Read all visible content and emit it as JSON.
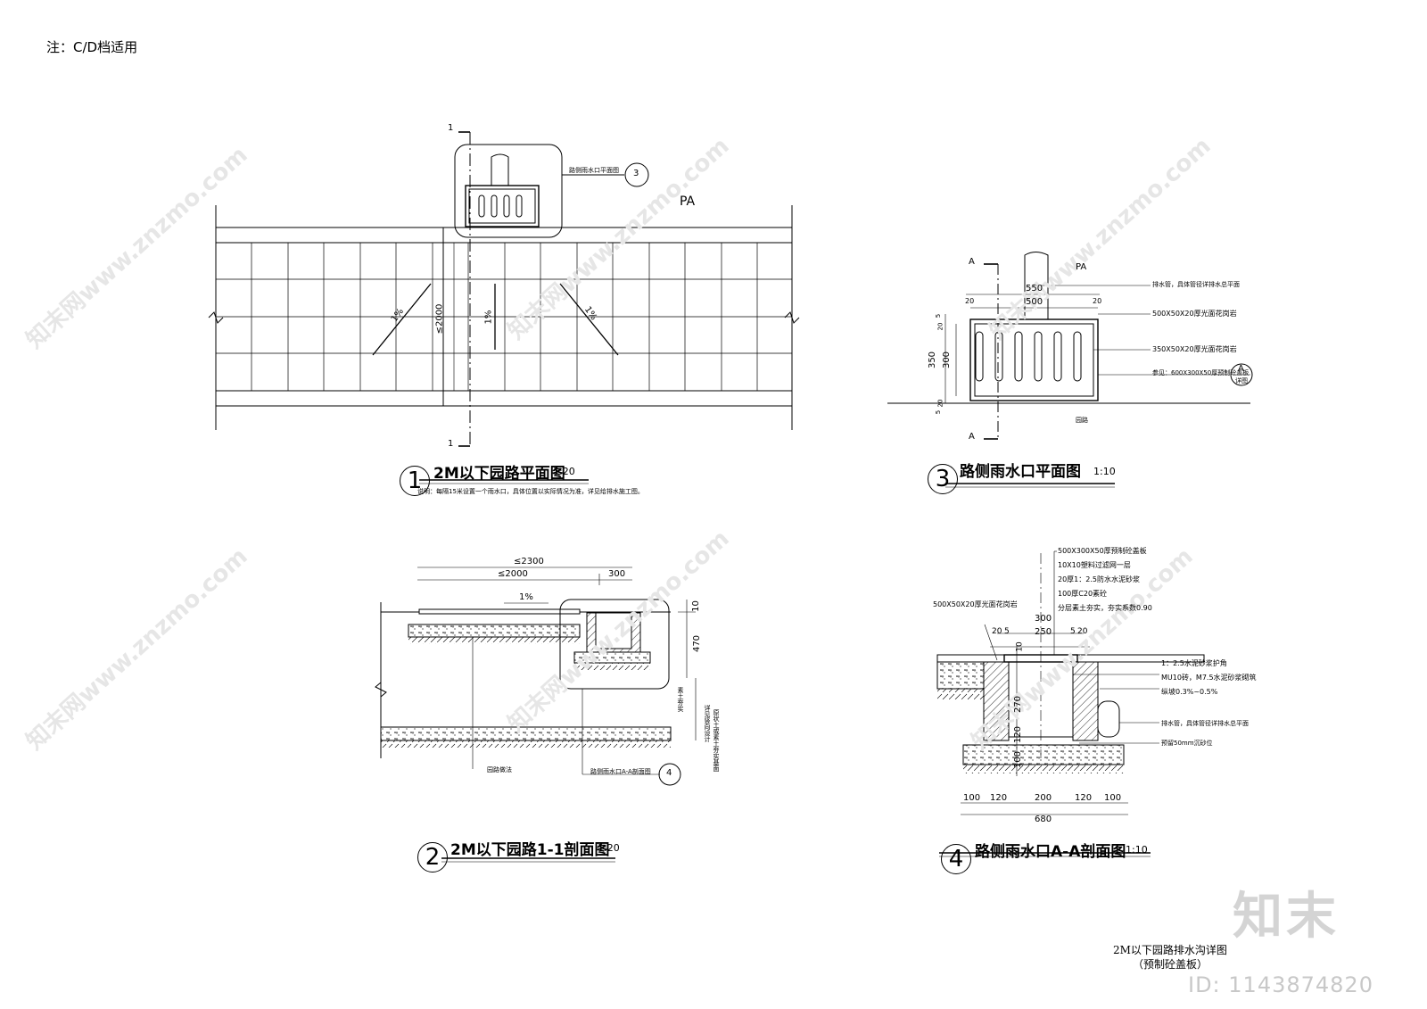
{
  "note": "注：C/D档适用",
  "watermarks": {
    "logo": "知末",
    "id": "ID: 1143874820",
    "site": "知末网www.znzmo.com"
  },
  "sheet_title": {
    "line1": "2M以下园路排水沟详图",
    "line2": "（预制砼盖板）"
  },
  "view1": {
    "number": "1",
    "title": "2M以下园路平面图",
    "scale": "1:20",
    "note": "说明：每隔15米设置一个雨水口，具体位置以实际情况为准，详见给排水施工图。",
    "labels": {
      "section_mark": "1",
      "slope_left": "1%",
      "slope_mid": "1%",
      "slope_right": "1%",
      "width": "≤2000",
      "pa": "PA",
      "callout": "路侧雨水口平面图",
      "callout_num": "3"
    }
  },
  "view2": {
    "number": "2",
    "title": "2M以下园路1-1剖面图",
    "scale": "1:20",
    "dims": {
      "overall": "≤2300",
      "road": "≤2000",
      "gutter": "300",
      "slope": "1%",
      "top": "10",
      "depth": "470"
    },
    "labels": {
      "road_ref": "园路做法",
      "callout": "路侧雨水口A-A剖面图",
      "callout_num": "4",
      "right_v1": "素土夯实",
      "right_v2": "详见竖向设计",
      "bottom_v": "原状土或素土夯实基面"
    }
  },
  "view3": {
    "number": "3",
    "title": "路侧雨水口平面图",
    "scale": "1:10",
    "labels": {
      "section_mark": "A",
      "pa": "PA",
      "w_outer": "550",
      "w_inner": "500",
      "side": "20",
      "h_total": "350",
      "h_inner": "300",
      "top_small": "5",
      "top_small2": "20",
      "bottom_small": "20",
      "bottom_small2": "5",
      "garden_road": "园路",
      "callout_a": "A",
      "callout_a_sub": "详图"
    },
    "leaders": [
      "排水管，具体管径详排水总平面",
      "500X50X20厚光面花岗岩",
      "350X50X20厚光面花岗岩",
      "参见：600X300X50厚预制砼盖板"
    ]
  },
  "view4": {
    "number": "4",
    "title": "路侧雨水口A-A剖面图",
    "scale": "1:10",
    "top_leaders": [
      "500X300X50厚预制砼盖板",
      "10X10塑料过滤网一层",
      "20厚1：2.5防水水泥砂浆",
      "100厚C20素砼",
      "分层素土夯实，夯实系数0.90"
    ],
    "left_leader": "500X50X20厚光面花岗岩",
    "right_leaders": [
      "1：2.5水泥砂浆护角",
      "MU10砖，M7.5水泥砂浆砌筑",
      "纵坡0.3%~0.5%",
      "排水管，具体管径详排水总平面",
      "预留50mm沉砂位"
    ],
    "dims_top": {
      "total": "300",
      "a": "20",
      "b": "5",
      "c": "250",
      "d": "5",
      "e": "20"
    },
    "dims_left": {
      "d1": "10",
      "d2": "270",
      "d3": "120",
      "d4": "100"
    },
    "dims_bottom": [
      "100",
      "120",
      "200",
      "120",
      "100"
    ],
    "dims_bottom_total": "680"
  }
}
